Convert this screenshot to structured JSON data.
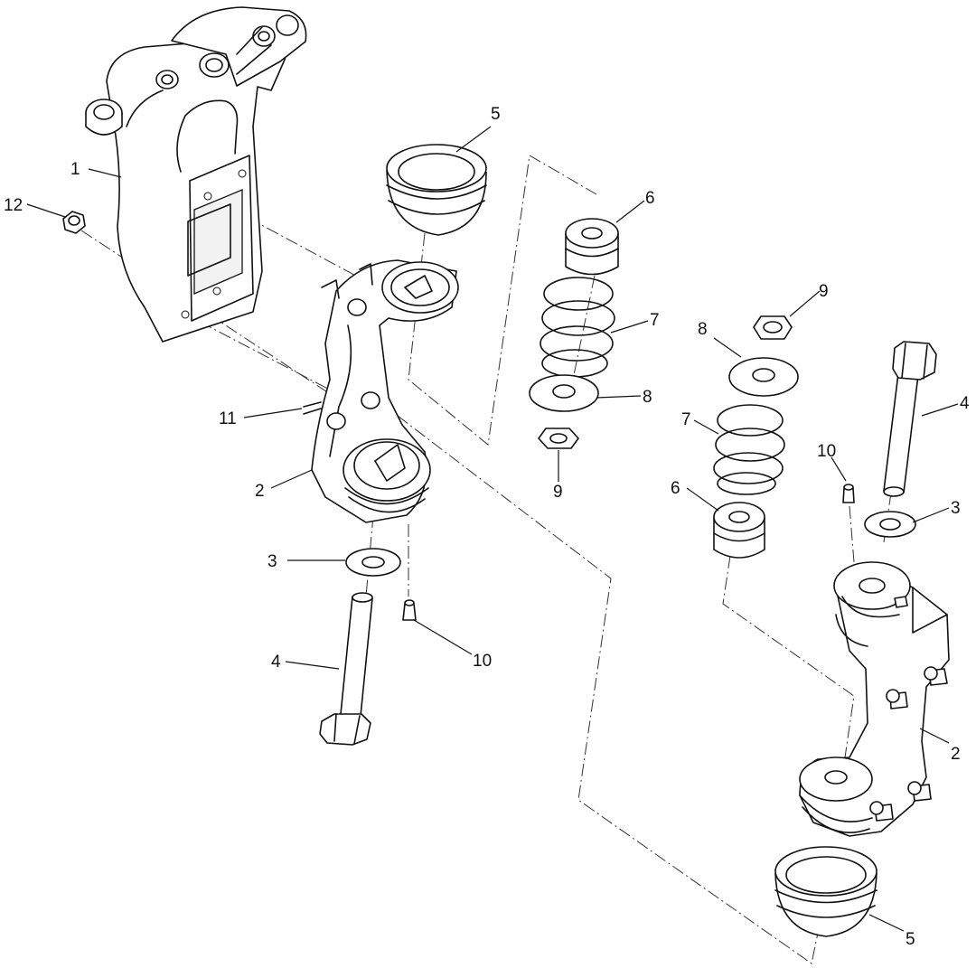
{
  "callouts": {
    "c1": "1",
    "c2a": "2",
    "c2b": "2",
    "c3a": "3",
    "c3b": "3",
    "c4a": "4",
    "c4b": "4",
    "c5a": "5",
    "c5b": "5",
    "c6a": "6",
    "c6b": "6",
    "c7a": "7",
    "c7b": "7",
    "c8a": "8",
    "c8b": "8",
    "c9a": "9",
    "c9b": "9",
    "c10a": "10",
    "c10b": "10",
    "c11": "11",
    "c12": "12"
  }
}
